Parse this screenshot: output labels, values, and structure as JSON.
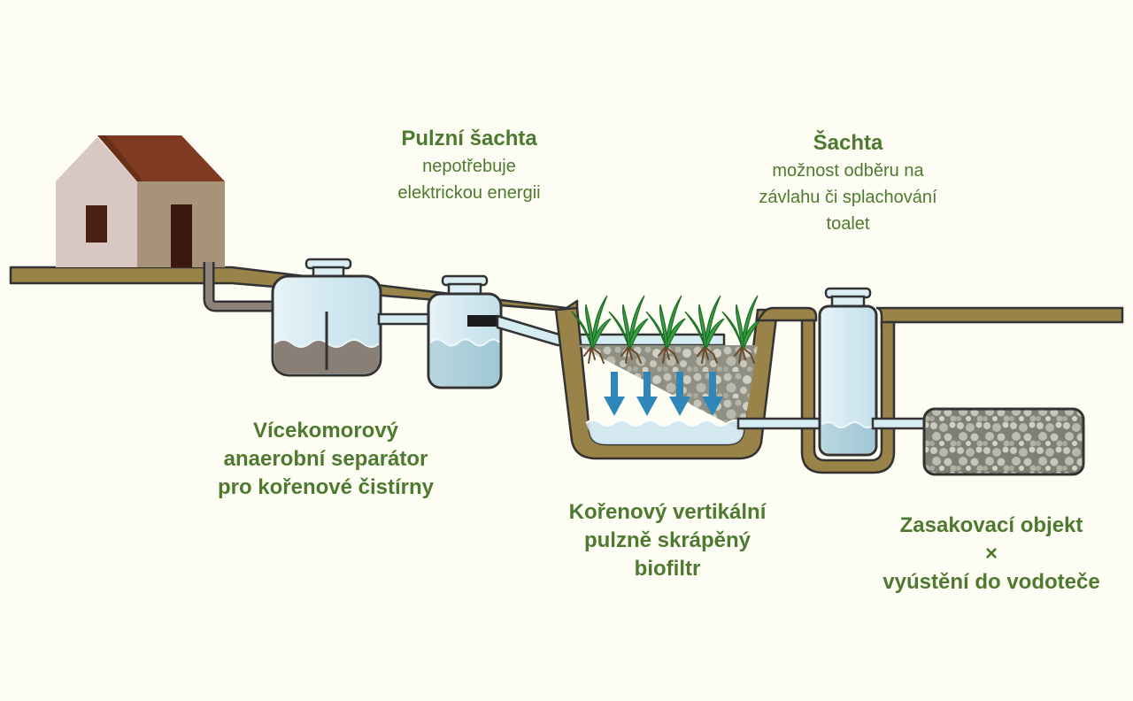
{
  "colors": {
    "background": "#fdfdf4",
    "ground": "#9a8348",
    "outline": "#333333",
    "text": "#4e7a2f",
    "tank": "#d6ecf3",
    "water": "#a9cfdb",
    "sludge": "#8a7f76",
    "gravel": "#9a9a8e",
    "arrow": "#2d87b8",
    "grass": "#35a040",
    "roof": "#7e3b21",
    "house_wall": "#d8c7c2",
    "house_side": "#a8927a"
  },
  "labels": {
    "pulse_shaft": {
      "title": "Pulzní šachta",
      "line1": "nepotřebuje",
      "line2": "elektrickou energii"
    },
    "shaft": {
      "title": "Šachta",
      "line1": "možnost odběru na",
      "line2": "závlahu či splachování",
      "line3": "toalet"
    },
    "separator": {
      "line1": "Vícekomorový",
      "line2": "anaerobní separátor",
      "line3": "pro kořenové čistírny"
    },
    "biofilter": {
      "line1": "Kořenový vertikální",
      "line2": "pulzně skrápěný",
      "line3": "biofiltr"
    },
    "infiltration": {
      "line1": "Zasakovací objekt",
      "line2": "×",
      "line3": "vyústění do vodoteče"
    }
  }
}
